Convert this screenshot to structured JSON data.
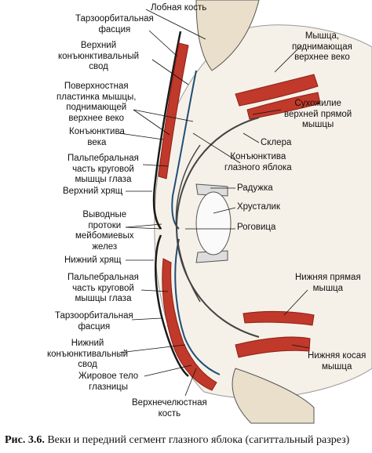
{
  "labels": {
    "frontal_bone": "Лобная кость",
    "tarsoorbital_fascia_top": "Тарзоорбитальная\nфасция",
    "upper_conj_fornix": "Верхний\nконъюнктивальный\nсвод",
    "levator_superficial_lamina": "Поверхностная\nпластинка мышцы,\nподнимающей\nверхнее веко",
    "eyelid_conjunctiva": "Конъюнктива\nвека",
    "palpebral_orbicularis_top": "Пальпебральная\nчасть круговой\nмышцы глаза",
    "upper_lashes": "Верхний хрящ",
    "meibomian_ducts": "Выводные\nпротоки\nмейбомиевых\nжелез",
    "lower_lashes": "Нижний хрящ",
    "palpebral_orbicularis_bottom": "Пальпебральная\nчасть круговой\nмышцы глаза",
    "tarsoorbital_fascia_bottom": "Тарзоорбитальная\nфасция",
    "lower_conj_fornix": "Нижний\nконъюнктивальный\nсвод",
    "orbital_fat": "Жировое тело\nглазницы",
    "maxilla": "Верхнечелюстная\nкость",
    "levator_muscle": "Мышца,\nподнимающая\nверхнее веко",
    "superior_rectus_tendon": "Сухожилие\nверхней прямой\nмышцы",
    "sclera": "Склера",
    "bulbar_conjunctiva": "Конъюнктива\nглазного яблока",
    "iris": "Радужка",
    "lens": "Хрусталик",
    "cornea": "Роговица",
    "inferior_rectus": "Нижняя прямая\nмышца",
    "inferior_oblique": "Нижняя косая\nмышца"
  },
  "caption": {
    "prefix": "Рис. 3.6.",
    "text": " Веки и передний сегмент глазного яблока (сагиттальный разрез)"
  },
  "colors": {
    "muscle": "#c0392b",
    "muscle_dark": "#8e1f16",
    "skin_line": "#1a1a1a",
    "conjunctiva": "#1f4e79",
    "tissue": "#f4efe6"
  }
}
